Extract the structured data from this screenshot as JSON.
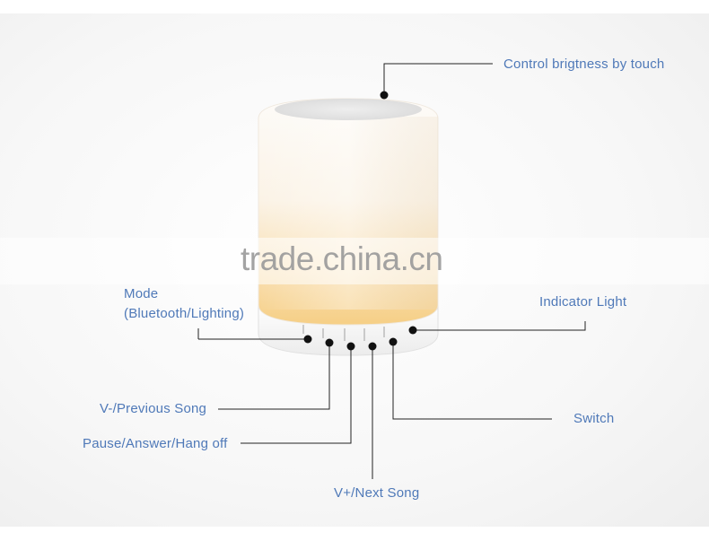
{
  "watermark": "trade.china.cn",
  "labels": {
    "control": "Control brigtness by touch",
    "mode_line1": "Mode",
    "mode_line2": "(Bluetooth/Lighting)",
    "indicator": "Indicator Light",
    "vminus": "V-/Previous Song",
    "pause": "Pause/Answer/Hang off",
    "switch": "Switch",
    "vplus": "V+/Next Song"
  },
  "colors": {
    "label": "#4f79b8",
    "line": "#222222",
    "glow": "#f7d89a"
  }
}
